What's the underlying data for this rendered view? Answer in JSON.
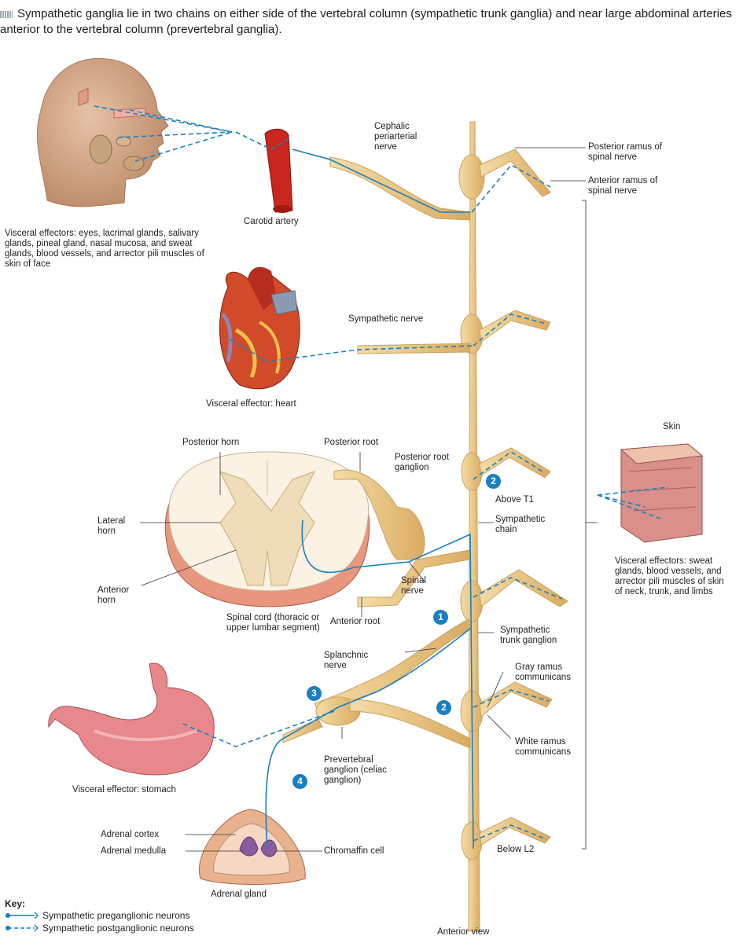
{
  "caption": "Sympathetic ganglia lie in two chains on either side of the vertebral column (sympathetic trunk ganglia) and near large abdominal arteries anterior to the vertebral column (prevertebral ganglia).",
  "labels": {
    "cephalic_nerve": "Cephalic periarterial nerve",
    "posterior_ramus": "Posterior ramus of spinal nerve",
    "anterior_ramus": "Anterior ramus of spinal nerve",
    "carotid": "Carotid artery",
    "visceral_head": "Visceral effectors: eyes, lacrimal glands, salivary glands, pineal gland, nasal mucosa, and sweat glands, blood vessels, and arrector pili muscles of skin of face",
    "sympathetic_nerve": "Sympathetic nerve",
    "visceral_heart": "Visceral effector: heart",
    "posterior_horn": "Posterior horn",
    "posterior_root": "Posterior root",
    "posterior_root_ganglion": "Posterior root ganglion",
    "lateral_horn": "Lateral horn",
    "anterior_horn": "Anterior horn",
    "spinal_nerve": "Spinal nerve",
    "spinal_cord": "Spinal cord (thoracic or upper lumbar segment)",
    "anterior_root": "Anterior root",
    "above_t1": "Above T1",
    "sympathetic_chain": "Sympathetic chain",
    "skin": "Skin",
    "visceral_skin": "Visceral effectors: sweat glands, blood vessels, and arrector pili muscles of skin of neck, trunk, and limbs",
    "trunk_ganglion": "Sympathetic trunk ganglion",
    "splanchnic": "Splanchnic nerve",
    "gray_ramus": "Gray ramus communicans",
    "white_ramus": "White ramus communicans",
    "prevertebral": "Prevertebral ganglion (celiac ganglion)",
    "visceral_stomach": "Visceral effector: stomach",
    "adrenal_cortex": "Adrenal cortex",
    "adrenal_medulla": "Adrenal medulla",
    "chromaffin": "Chromaffin cell",
    "adrenal_gland": "Adrenal gland",
    "below_l2": "Below L2",
    "anterior_view": "Anterior view"
  },
  "numbers": {
    "n1": "1",
    "n2a": "2",
    "n2b": "2",
    "n3": "3",
    "n4": "4"
  },
  "key": {
    "title": "Key:",
    "pre": "Sympathetic preganglionic neurons",
    "post": "Sympathetic postganglionic neurons"
  },
  "colors": {
    "neuron": "#1a7fc0",
    "nerve": "#e9c98a",
    "nerve_edge": "#c9a25c",
    "artery": "#c8261e",
    "muscle": "#d9787a"
  }
}
